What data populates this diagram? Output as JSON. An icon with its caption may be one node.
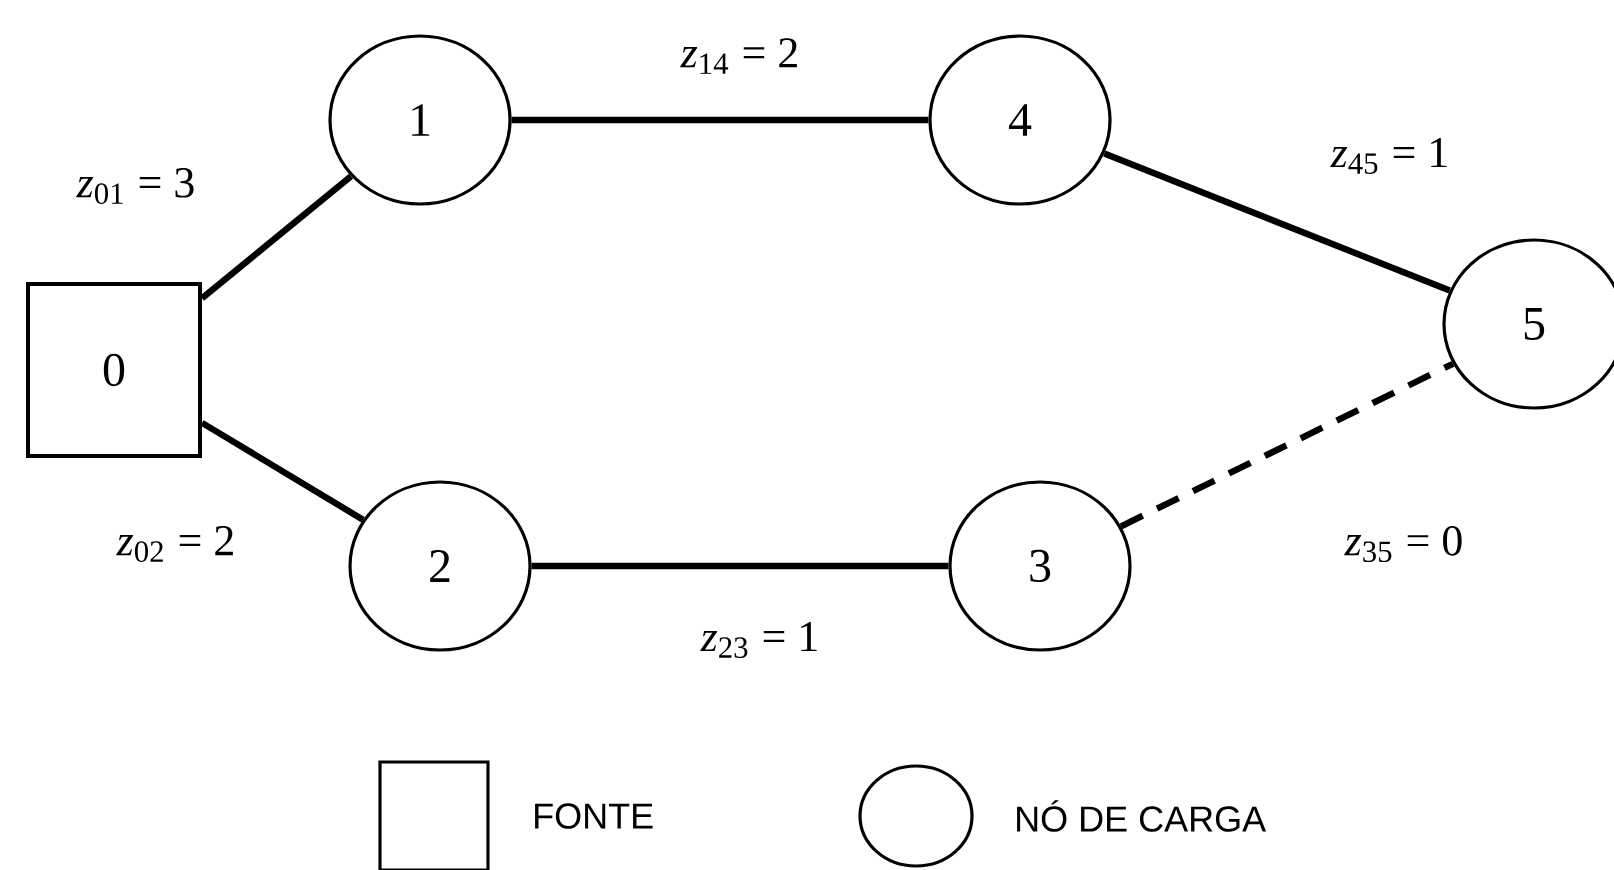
{
  "diagram": {
    "nodes": [
      {
        "text": [
          "0"
        ]
      },
      {
        "text": [
          "1"
        ]
      },
      {
        "text": [
          "2"
        ]
      },
      {
        "text": [
          "4"
        ]
      },
      {
        "text": [
          "3"
        ]
      },
      {
        "text": [
          "5"
        ]
      }
    ],
    "edges": [
      {
        "from": 0,
        "to": 1,
        "arrow": "none",
        "label": "*z*$_{01}$ = 3"
      },
      {
        "from": 0,
        "to": 2,
        "arrow": "none",
        "label": "*z*$_{02}$ = 2"
      },
      {
        "from": 1,
        "to": 3,
        "arrow": "none",
        "label": "*z*$_{14}$ = 2"
      },
      {
        "from": 2,
        "to": 4,
        "arrow": "none",
        "label": "*z*$_{23}$ = 1"
      },
      {
        "from": 3,
        "to": 5,
        "arrow": "none",
        "label": "*z*$_{45}$ = 1"
      },
      {
        "from": 4,
        "to": 5,
        "arrow": "none",
        "style": "dashed",
        "label": "*z*$_{35}$ = 0"
      }
    ],
    "legend": [
      {
        "text": "FONTE"
      },
      {
        "text": "NÓ DE CARGA"
      }
    ]
  }
}
